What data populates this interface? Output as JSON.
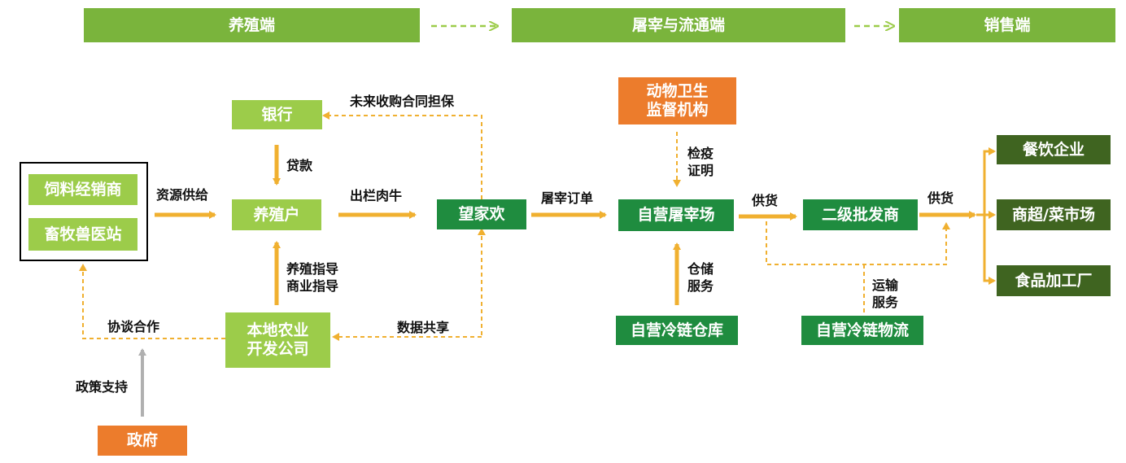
{
  "stages": [
    "养殖端",
    "屠宰与流通端",
    "销售端"
  ],
  "nodes": {
    "feed": "饲料经销商",
    "vet": "畜牧兽医站",
    "bank": "银行",
    "farmer": "养殖户",
    "company": "本地农业\n开发公司",
    "gov": "政府",
    "wangjiahuan": "望家欢",
    "animal_health": "动物卫生\n监督机构",
    "slaughter": "自营屠宰场",
    "cold_storage": "自营冷链仓库",
    "wholesaler": "二级批发商",
    "cold_logistics": "自营冷链物流",
    "restaurant": "餐饮企业",
    "supermarket": "商超/菜市场",
    "food_factory": "食品加工厂"
  },
  "edge_labels": {
    "resource_supply": "资源供给",
    "loan": "贷款",
    "guarantee": "未来收购合同担保",
    "cattle_out": "出栏肉牛",
    "guidance": "养殖指导\n商业指导",
    "data_share": "数据共享",
    "negotiate": "协谈合作",
    "policy": "政策支持",
    "slaughter_order": "屠宰订单",
    "quarantine": "检疫\n证明",
    "storage_service": "仓储\n服务",
    "supply1": "供货",
    "supply2": "供货",
    "transport": "运输\n服务"
  },
  "colors": {
    "stage_green": "#7ab43c",
    "light_green": "#9ccc4a",
    "dark_green": "#1f8c3f",
    "orange": "#ec7c2c",
    "olive": "#3f6420",
    "arrow_yellow": "#f0b030",
    "arrow_gray": "#b0b0b0"
  }
}
